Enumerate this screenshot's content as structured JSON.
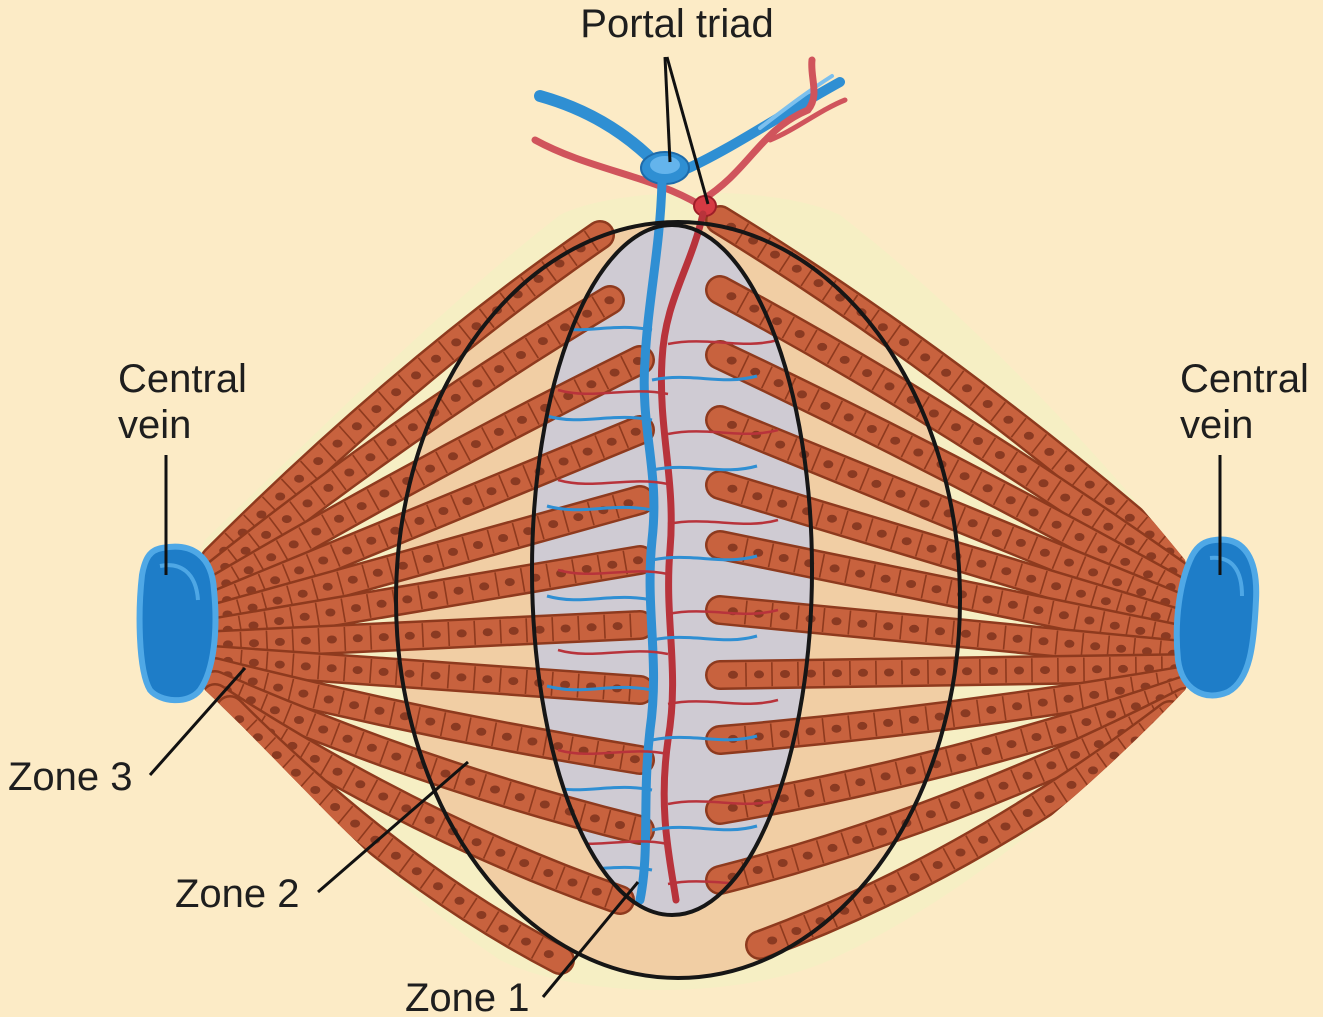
{
  "diagram": {
    "labels": {
      "portal_triad": "Portal triad",
      "central_vein_left": [
        "Central",
        "vein"
      ],
      "central_vein_right": [
        "Central",
        "vein"
      ],
      "zone_3": "Zone 3",
      "zone_2": "Zone 2",
      "zone_1": "Zone 1"
    },
    "colors": {
      "background": "#FCEBC6",
      "hepatocyte": "#C8623E",
      "hepatocyte_edge": "#8E3A1E",
      "nucleus": "#8A3A22",
      "sinusoid_space": "#F6EFC4",
      "zone_2_tint": "#EFC39A",
      "zone_1_tint": "#CFCBD3",
      "portal_vein": "#2F8FD3",
      "hepatic_artery": "#B8333B",
      "central_vein": "#1E7DC8",
      "outline": "#161616"
    }
  }
}
